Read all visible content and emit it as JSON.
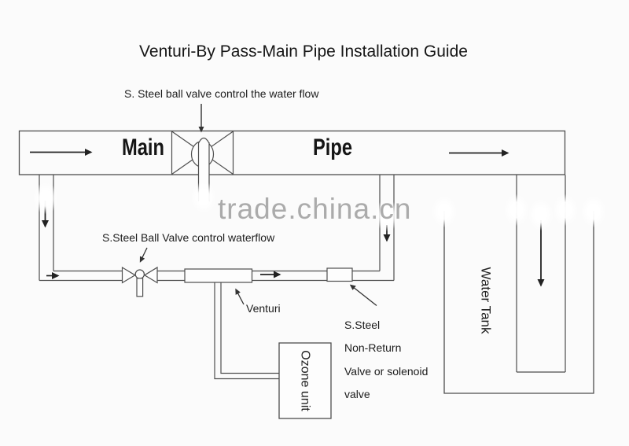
{
  "title": "Venturi-By Pass-Main Pipe Installation Guide",
  "watermark": "trade.china.cn",
  "main_pipe": {
    "label_left": "Main",
    "label_right": "Pipe"
  },
  "annotations": {
    "main_valve": "S. Steel ball valve control the water flow",
    "bypass_valve": "S.Steel Ball Valve control waterflow",
    "venturi": "Venturi",
    "check_valve_lines": [
      "S.Steel",
      "Non-Return",
      "Valve or solenoid",
      "valve"
    ]
  },
  "equipment": {
    "ozone_unit": "Ozone unit",
    "water_tank": "Water Tank"
  },
  "colors": {
    "line": "#4e4e4e",
    "flow_arrow": "#222222",
    "text": "#1c1c1c",
    "watermark": "#9e9e9e",
    "background": "#fbfbfb"
  }
}
